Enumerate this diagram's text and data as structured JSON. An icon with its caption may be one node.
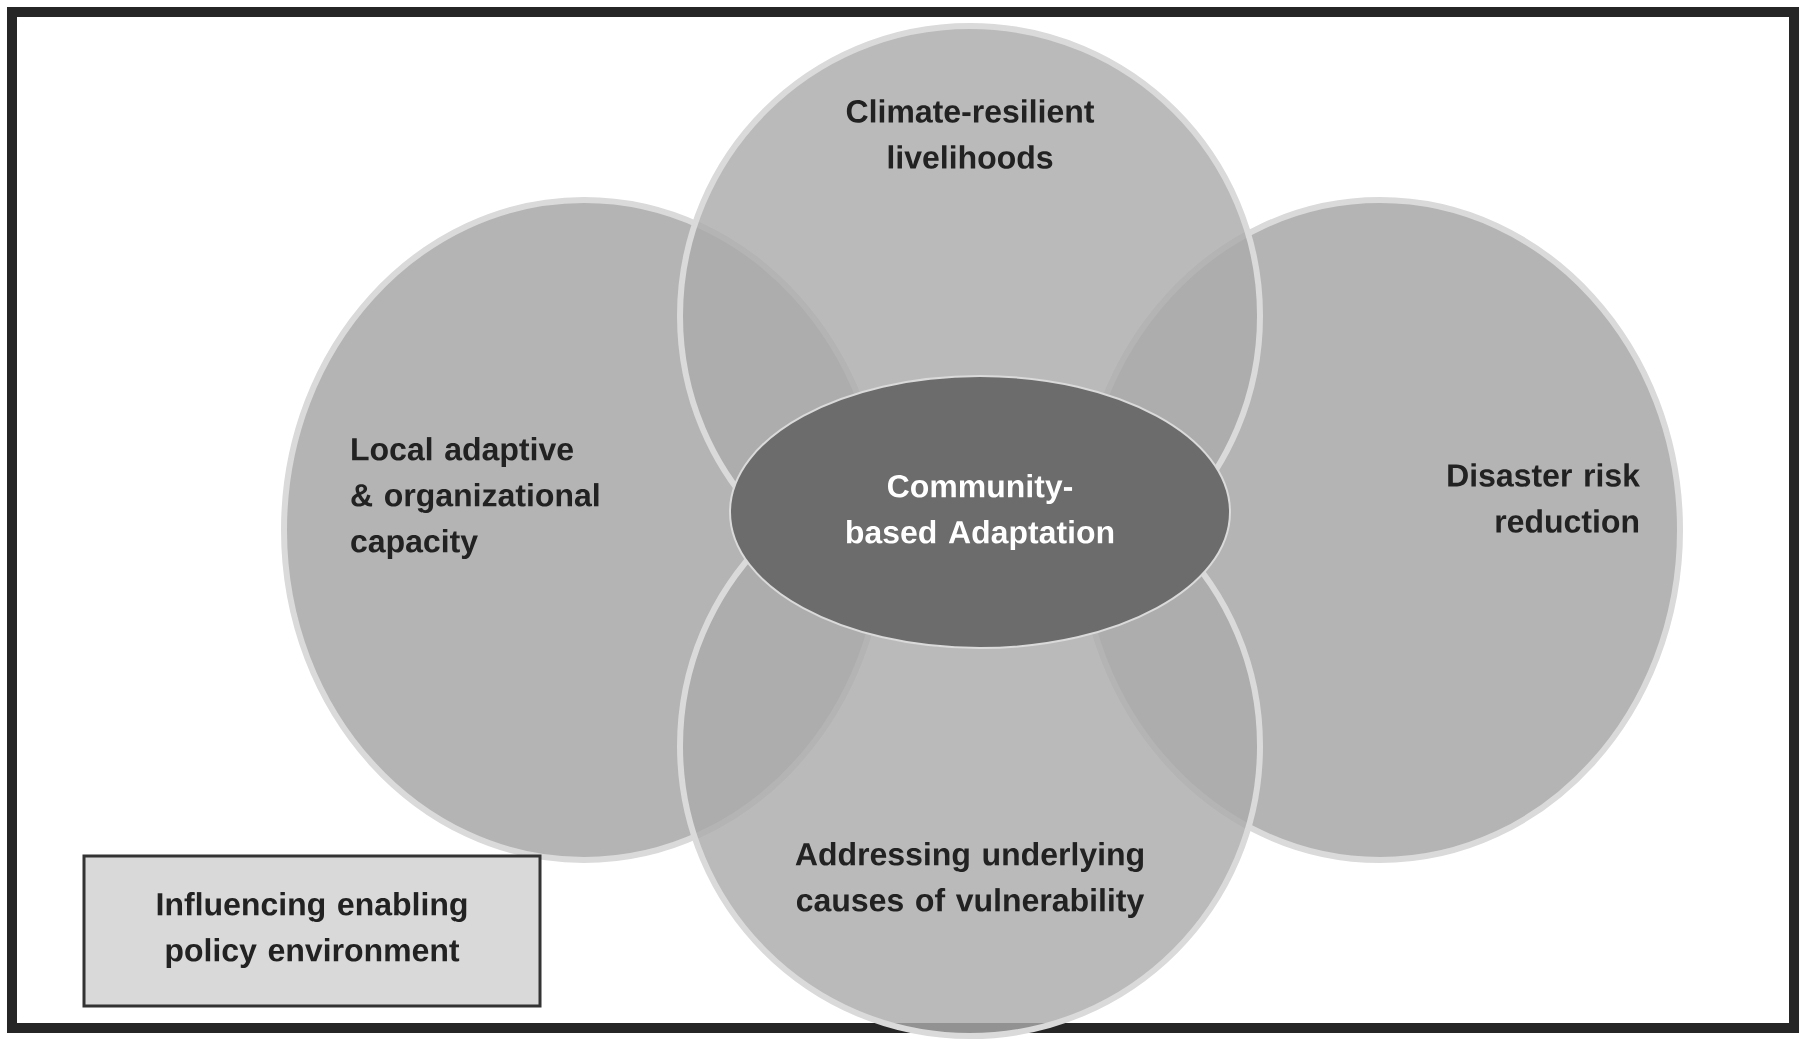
{
  "diagram": {
    "nodes": [
      {
        "text": [
          "Climate-resilient livelihoods"
        ]
      },
      {
        "text": [
          "Local adaptive & organizational capacity"
        ]
      },
      {
        "text": [
          "Community-based Adaptation"
        ]
      },
      {
        "text": [
          "Disaster risk reduction"
        ]
      },
      {
        "text": [
          "Addressing underlying causes of vulnerability"
        ]
      },
      {
        "text": [
          "Influencing enabling policy environment"
        ]
      }
    ]
  }
}
